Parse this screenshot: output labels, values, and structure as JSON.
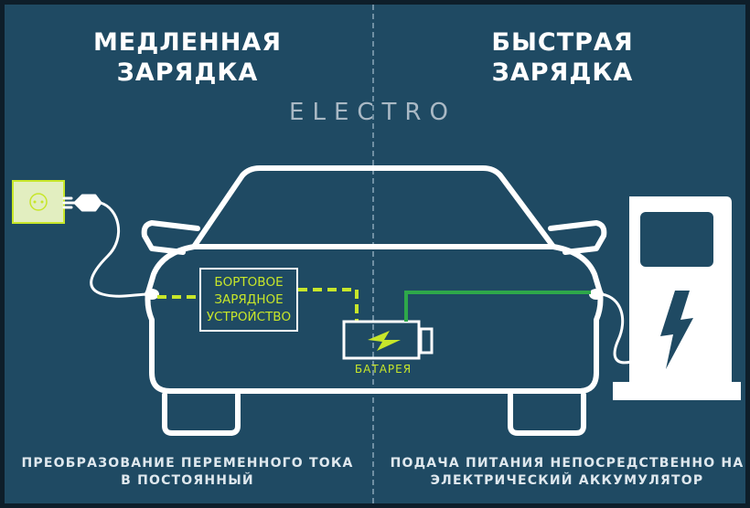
{
  "headings": {
    "slow": "МЕДЛЕННАЯ ЗАРЯДКА",
    "fast": "БЫСТРАЯ ЗАРЯДКА"
  },
  "brand": "ELECTRO",
  "labels": {
    "onboard_charger": "БОРТОВОЕ ЗАРЯДНОЕ УСТРОЙСТВО",
    "battery": "БАТАРЕЯ"
  },
  "captions": {
    "slow": "ПРЕОБРАЗОВАНИЕ ПЕРЕМЕННОГО ТОКА В ПОСТОЯННЫЙ",
    "fast": "ПОДАЧА ПИТАНИЯ НЕПОСРЕДСТВЕННО НА ЭЛЕКТРИЧЕСКИЙ АККУМУЛЯТОР"
  },
  "colors": {
    "background": "#1f4a63",
    "outline": "#ffffff",
    "ac_line": "#c7e62a",
    "dc_line": "#2ea84a",
    "accent_text": "#c7e62a"
  },
  "icons": {
    "wall_socket": "socket-icon",
    "plug": "plug-icon",
    "car": "car-front-icon",
    "battery": "battery-icon",
    "charging_station": "charging-station-icon",
    "lightning": "lightning-icon"
  }
}
